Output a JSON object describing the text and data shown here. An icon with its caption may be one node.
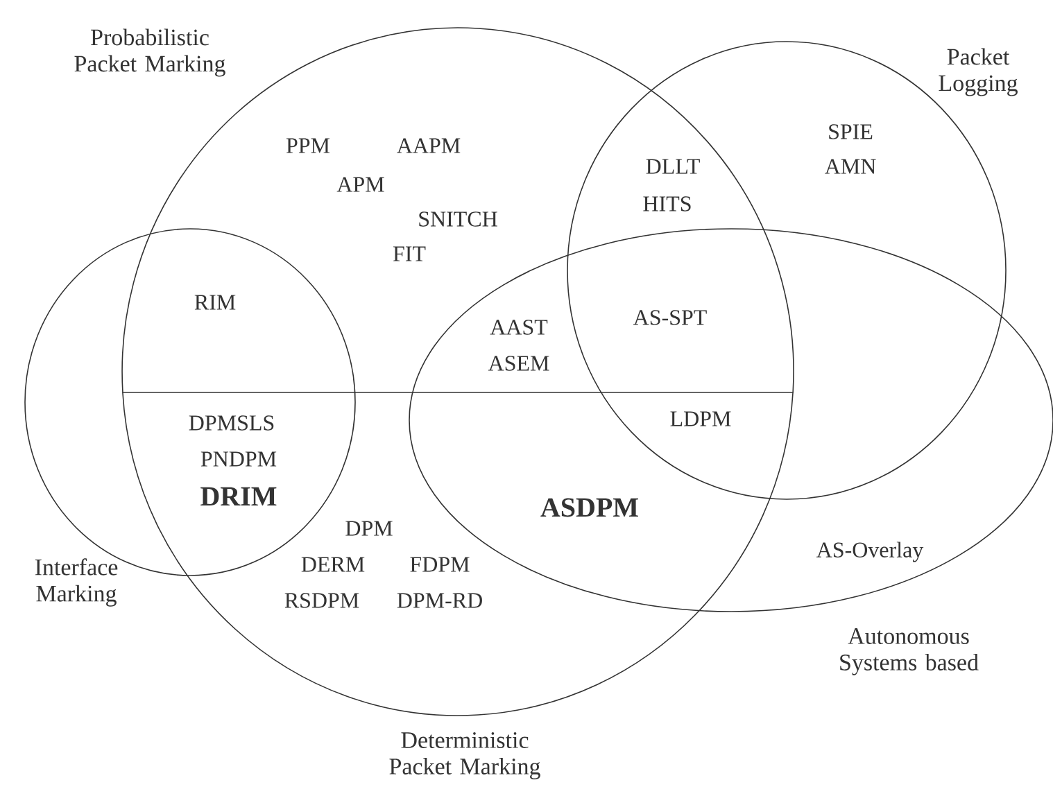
{
  "diagram": {
    "nodes": [
      {
        "text": [
          "Probabilistic Packet Marking"
        ]
      },
      {
        "text": [
          "Packet Logging"
        ]
      },
      {
        "text": [
          "Interface Marking"
        ]
      },
      {
        "text": [
          "Autonomous Systems based"
        ]
      },
      {
        "text": [
          "Deterministic Packet Marking"
        ]
      }
    ],
    "labels": [
      "SPIE",
      "PPM",
      "AAPM",
      "DLLT",
      "AMN",
      "APM",
      "HITS",
      "SNITCH",
      "FIT",
      "RIM",
      "AS-SPT",
      "AAST",
      "ASEM",
      "DPMSLS",
      "LDPM",
      "PNDPM",
      "DRIM",
      "ASDPM",
      "DPM",
      "AS-Overlay",
      "DERM",
      "FDPM",
      "RSDPM",
      "DPM-RD"
    ]
  }
}
